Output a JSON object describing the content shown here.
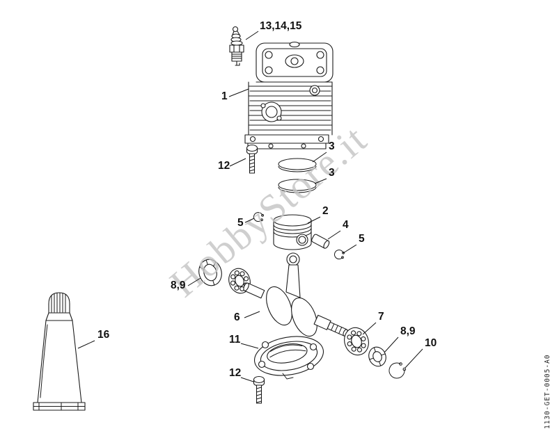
{
  "watermark": "HobbyStore.it",
  "doc_code": "1130-GET-0005-A0",
  "colors": {
    "line": "#1a1a1a",
    "watermark": "#c4c4c4"
  },
  "labels": {
    "spark_plug": "13,14,15",
    "cylinder": "1",
    "screw_top": "12",
    "ring_upper": "3",
    "ring_lower": "3",
    "circlip_left": "5",
    "piston": "2",
    "piston_pin": "4",
    "circlip_right": "5",
    "seal_bearing_left": "8,9",
    "crankshaft": "6",
    "bearing_right": "7",
    "seal_right": "8,9",
    "snap_ring": "10",
    "crankcase": "11",
    "screw_bottom": "12",
    "sealant_tube": "16"
  }
}
